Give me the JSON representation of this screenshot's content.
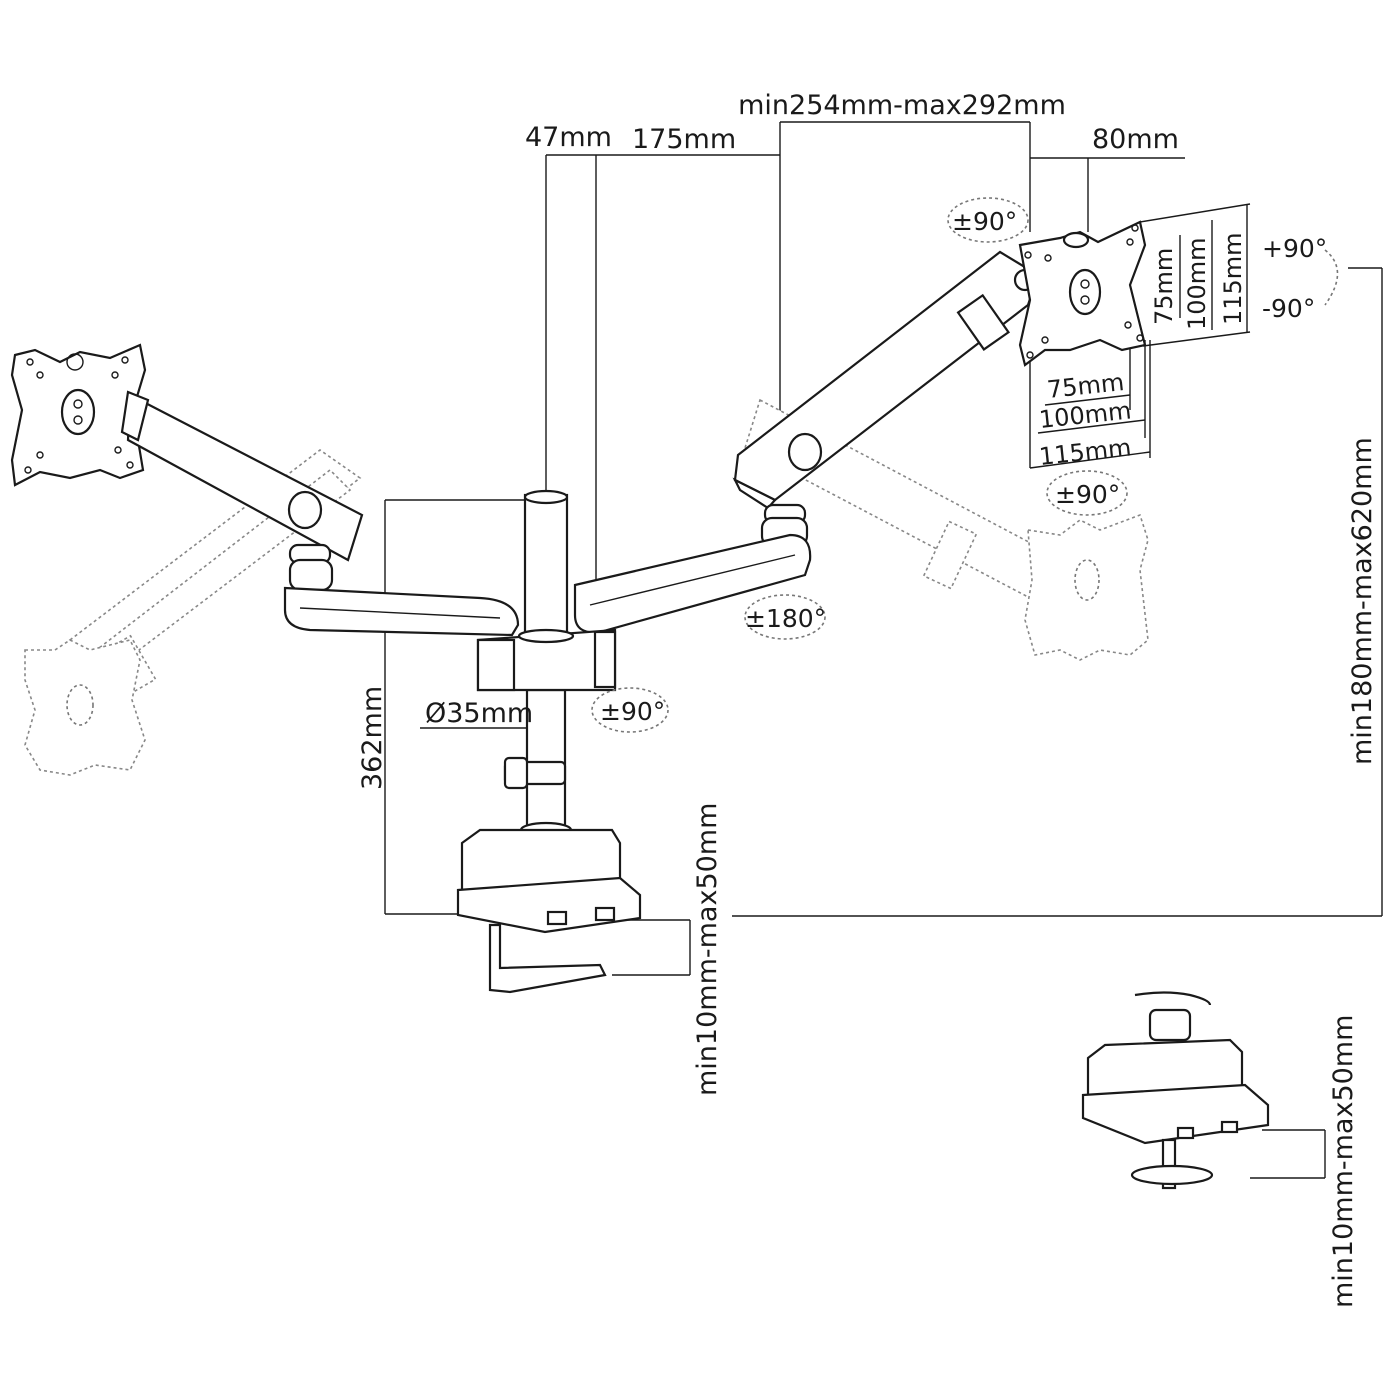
{
  "dimensions": {
    "arm_extension": "min254mm-max292mm",
    "pole_offset": "47mm",
    "arm_offset": "175mm",
    "head_offset": "80mm",
    "height_range": "min180mm-max620mm",
    "pole_height": "362mm",
    "pole_diameter": "Ø35mm",
    "clamp_range": "min10mm-max50mm",
    "grommet_clamp_range": "min10mm-max50mm"
  },
  "vesa": {
    "horizontal": [
      "75mm",
      "100mm",
      "115mm"
    ],
    "vertical": [
      "75mm",
      "100mm",
      "115mm"
    ]
  },
  "rotations": {
    "head_swivel": "±90°",
    "tilt_up": "+90°",
    "tilt_down": "-90°",
    "rotation": "±90°",
    "arm_swivel": "±180°",
    "base_swivel": "±90°"
  }
}
